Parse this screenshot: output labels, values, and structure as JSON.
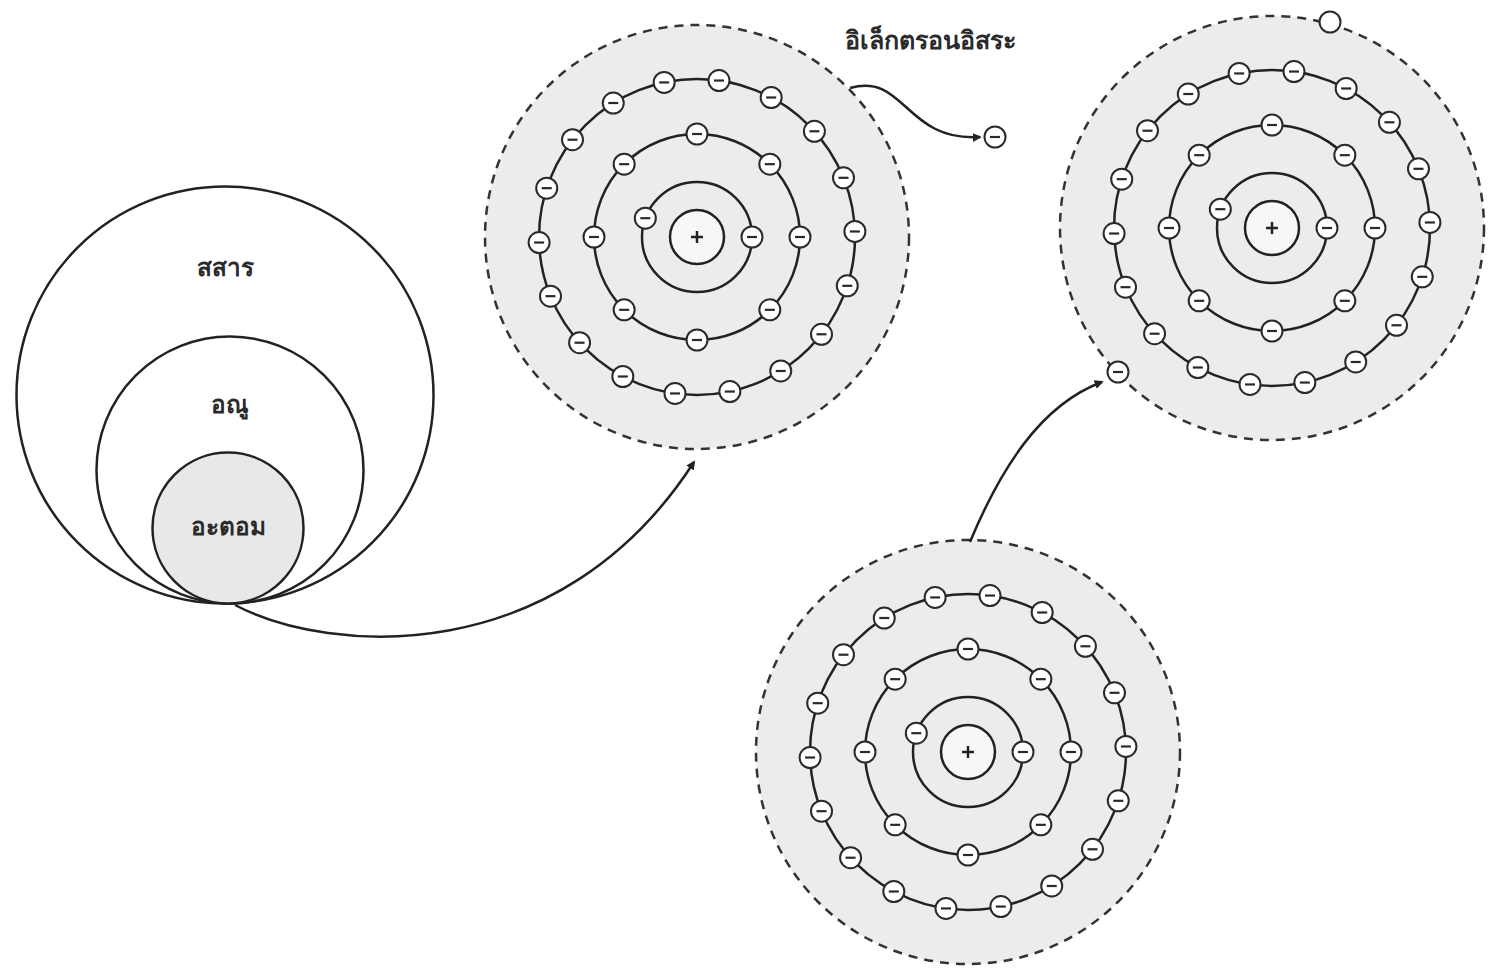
{
  "diagram": {
    "nodes": [
      {
        "text": [
          "สสาร"
        ]
      },
      {
        "text": [
          "อณู"
        ],
        "in": 0
      },
      {
        "text": [
          "อะตอม"
        ],
        "in": 1
      }
    ],
    "labels": [
      "อิเล็กตรอนอิสระ"
    ]
  }
}
